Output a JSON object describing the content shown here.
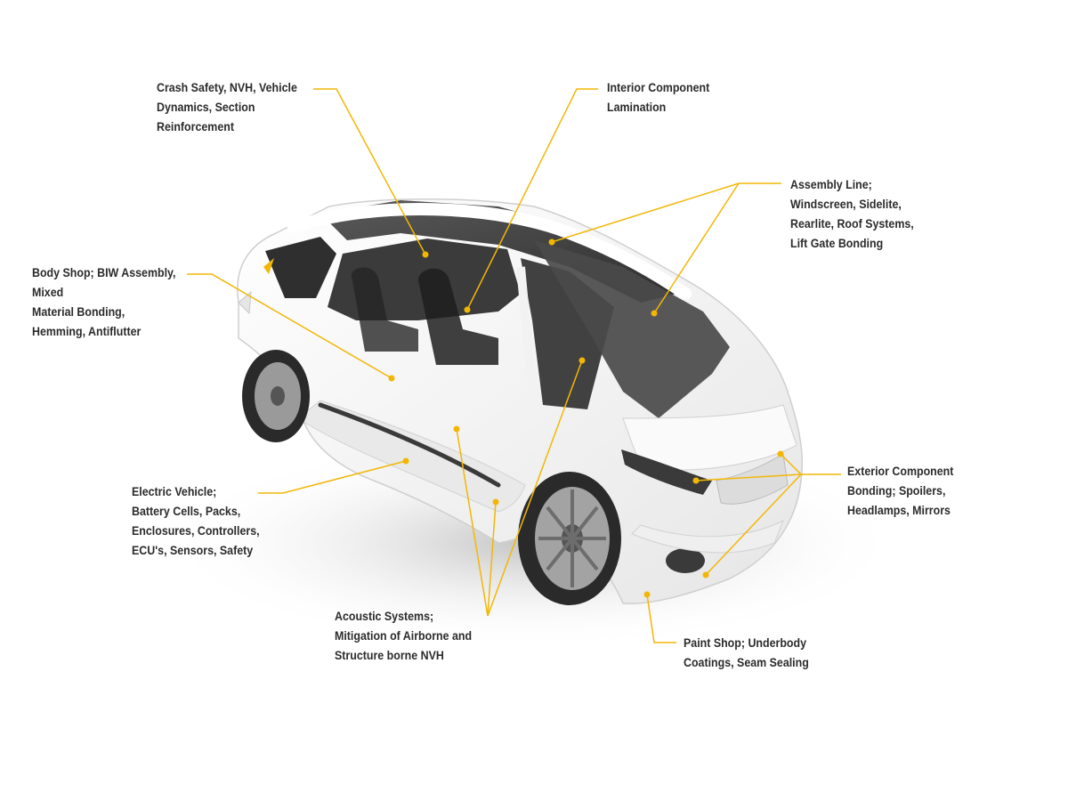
{
  "colors": {
    "callout": "#f2b705",
    "text": "#2b2b2b",
    "body": "#f4f4f4",
    "glass": "#3a3a3a",
    "tire": "#2a2a2a"
  },
  "callouts": [
    {
      "id": "crash-safety",
      "lines": [
        "Crash Safety, NVH, Vehicle",
        "Dynamics, Section",
        "Reinforcement"
      ]
    },
    {
      "id": "interior-component",
      "lines": [
        "Interior Component",
        "Lamination"
      ]
    },
    {
      "id": "assembly-line",
      "lines": [
        "Assembly Line;",
        "Windscreen, Sidelite,",
        "Rearlite, Roof Systems,",
        "Lift Gate Bonding"
      ]
    },
    {
      "id": "body-shop",
      "lines": [
        "Body Shop; BIW Assembly,",
        "Mixed",
        "Material Bonding,",
        "Hemming, Antiflutter"
      ]
    },
    {
      "id": "electric-vehicle",
      "lines": [
        "Electric Vehicle;",
        "Battery Cells, Packs,",
        "Enclosures, Controllers,",
        "ECU's, Sensors, Safety"
      ]
    },
    {
      "id": "exterior-component",
      "lines": [
        "Exterior Component",
        "Bonding; Spoilers,",
        "Headlamps, Mirrors"
      ]
    },
    {
      "id": "acoustic-systems",
      "lines": [
        "Acoustic Systems;",
        "Mitigation of Airborne and",
        "Structure borne NVH"
      ]
    },
    {
      "id": "paint-shop",
      "lines": [
        "Paint Shop; Underbody",
        "Coatings, Seam Sealing"
      ]
    }
  ]
}
